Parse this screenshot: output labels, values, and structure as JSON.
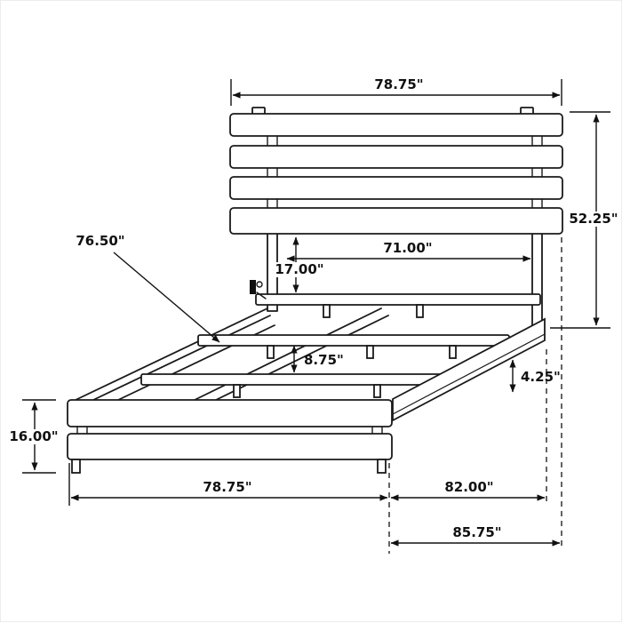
{
  "diagram": {
    "type": "furniture-dimension-drawing",
    "subject": "platform bed with slatted headboard and footboard",
    "units": "inches",
    "line_color": "#1a1a1a",
    "background": "#ffffff",
    "dimensions": {
      "headboard_width": "78.75\"",
      "headboard_height": "52.25\"",
      "slat_rail_length": "76.50\"",
      "inner_width": "71.00\"",
      "headboard_clearance": "17.00\"",
      "slat_support_height": "8.75\"",
      "side_rail_thickness": "4.25\"",
      "footboard_height": "16.00\"",
      "bed_width": "78.75\"",
      "frame_length": "82.00\"",
      "overall_length": "85.75\""
    }
  }
}
